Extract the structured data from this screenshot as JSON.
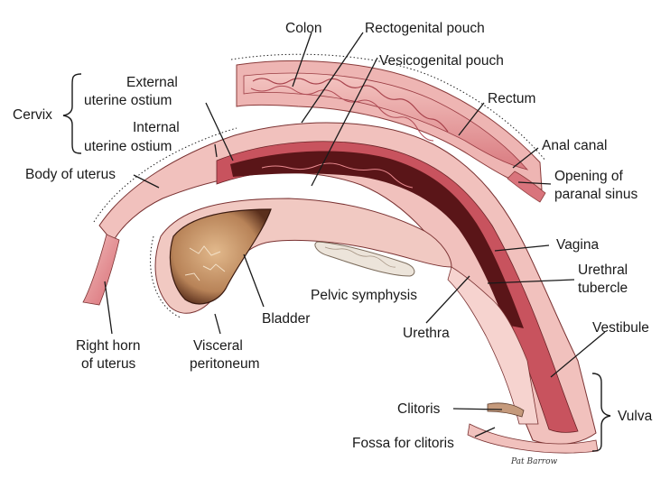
{
  "labels": {
    "colon": "Colon",
    "rectogenital_pouch": "Rectogenital pouch",
    "vesicogenital_pouch": "Vesicogenital pouch",
    "external_uterine_ostium_1": "External",
    "external_uterine_ostium_2": "uterine ostium",
    "internal_uterine_ostium_1": "Internal",
    "internal_uterine_ostium_2": "uterine ostium",
    "cervix": "Cervix",
    "rectum": "Rectum",
    "anal_canal": "Anal canal",
    "opening_paranal_sinus_1": "Opening of",
    "opening_paranal_sinus_2": "paranal sinus",
    "body_of_uterus": "Body of uterus",
    "vagina": "Vagina",
    "urethral_tubercle_1": "Urethral",
    "urethral_tubercle_2": "tubercle",
    "pelvic_symphysis": "Pelvic symphysis",
    "bladder": "Bladder",
    "urethra": "Urethra",
    "vestibule": "Vestibule",
    "right_horn_1": "Right horn",
    "right_horn_2": "of uterus",
    "visceral_peritoneum_1": "Visceral",
    "visceral_peritoneum_2": "peritoneum",
    "clitoris": "Clitoris",
    "vulva": "Vulva",
    "fossa_for_clitoris": "Fossa for clitoris"
  },
  "signature": "Pat Barrow",
  "colors": {
    "tissue_pink": "#eeb5b3",
    "tissue_light": "#f6d3cf",
    "mucosa_red": "#c8535e",
    "lumen_dark": "#5a1518",
    "bladder_tan": "#c99a6e",
    "bone": "#ece4da"
  }
}
